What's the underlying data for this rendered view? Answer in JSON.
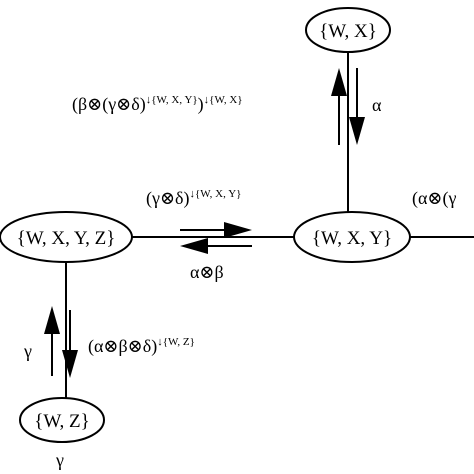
{
  "colors": {
    "ink": "#000000",
    "background": "#ffffff"
  },
  "nodes": {
    "wx": {
      "label": "{W, X}"
    },
    "wxyz": {
      "label": "{W, X, Y, Z}"
    },
    "wxy": {
      "label": "{W, X, Y}"
    },
    "wz": {
      "label": "{W, Z}"
    }
  },
  "messages": {
    "wxy_to_wx": {
      "base": "(β⊗(γ⊗δ)",
      "sup1": "↓{W, X, Y}",
      "mid": ")",
      "sup2": "↓{W, X}"
    },
    "wx_to_wxy": {
      "label": "α"
    },
    "wxyz_to_wxy": {
      "base": "(γ⊗δ)",
      "sup": "↓{W, X, Y}"
    },
    "wxy_to_wxyz": {
      "label": "α⊗β"
    },
    "wz_to_wxyz": {
      "label": "γ"
    },
    "wxyz_to_wz": {
      "base": "(α⊗β⊗δ)",
      "sup": "↓{W, Z}"
    },
    "right_edge": {
      "label": "(α⊗(γ"
    },
    "below_wz": {
      "label": "γ"
    }
  }
}
